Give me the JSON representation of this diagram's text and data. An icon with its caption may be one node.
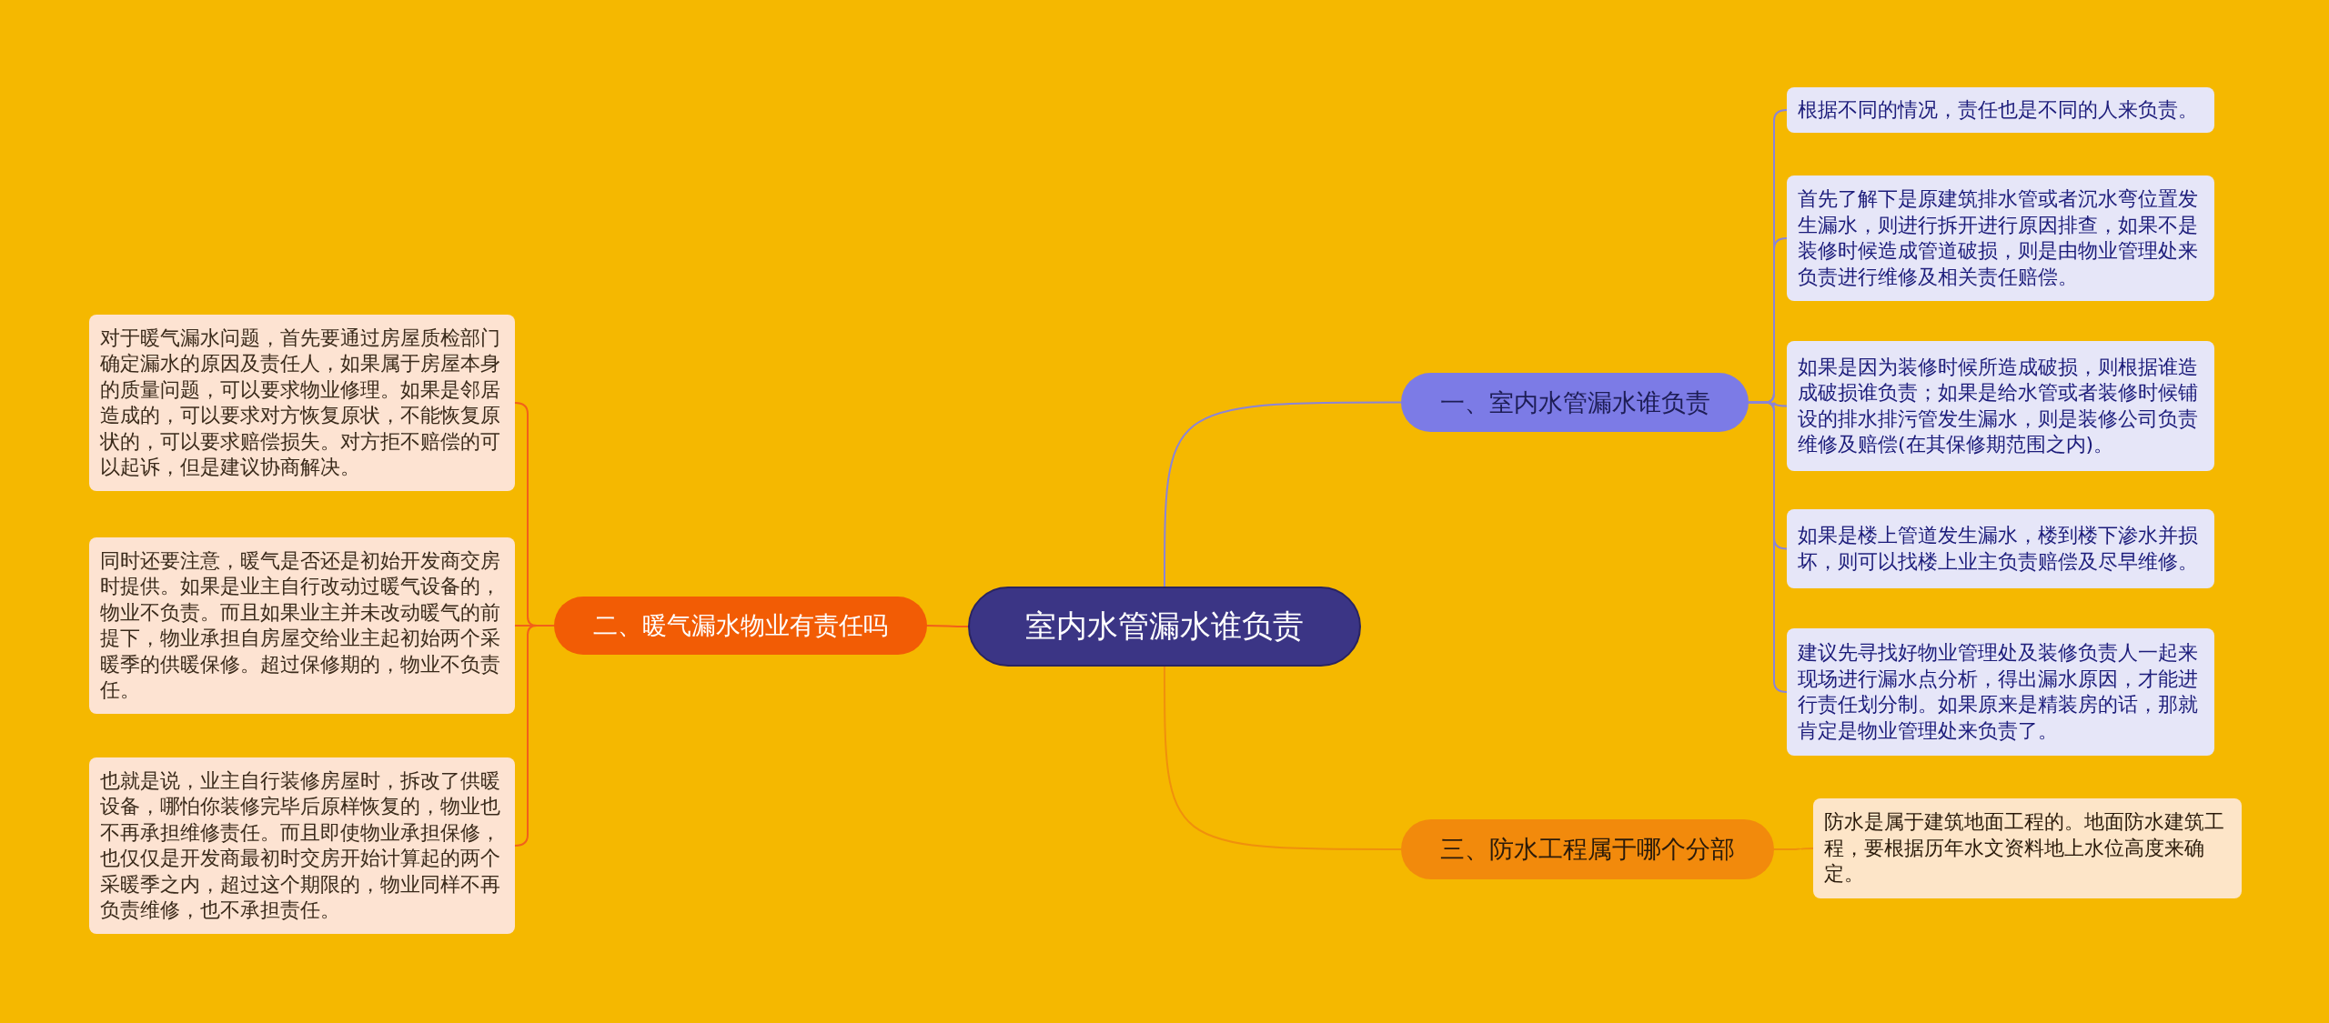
{
  "diagram": {
    "nodes": [
      {
        "text": [
          "室内水管漏水谁负责"
        ]
      },
      {
        "text": [
          "一、室内水管漏水谁负责"
        ]
      },
      {
        "text": [
          "根据不同的情况，责任也是不同的人来负责。"
        ]
      },
      {
        "text": [
          "首先了解下是原建筑排水管或者沉水弯位置发生漏水，则进行拆开进行原因排查，如果不是装修时候造成管道破损，则是由物业管理处来负责进行维修及相关责任赔偿。"
        ]
      },
      {
        "text": [
          "如果是因为装修时候所造成破损，则根据谁造成破损谁负责；如果是给水管或者装修时候铺设的排水排污管发生漏水，则是装修公司负责维修及赔偿(在其保修期范围之内)。"
        ]
      },
      {
        "text": [
          "如果是楼上管道发生漏水，楼到楼下渗水并损坏，则可以找楼上业主负责赔偿及尽早维修。"
        ]
      },
      {
        "text": [
          "建议先寻找好物业管理处及装修负责人一起来现场进行漏水点分析，得出漏水原因，才能进行责任划分制。如果原来是精装房的话，那就肯定是物业管理处来负责了。"
        ]
      },
      {
        "text": [
          "二、暖气漏水物业有责任吗"
        ]
      },
      {
        "text": [
          "对于暖气漏水问题，首先要通过房屋质检部门确定漏水的原因及责任人，如果属于房屋本身的质量问题，可以要求物业修理。如果是邻居造成的，可以要求对方恢复原状，不能恢复原状的，可以要求赔偿损失。对方拒不赔偿的可以起诉，但是建议协商解决。"
        ]
      },
      {
        "text": [
          "同时还要注意，暖气是否还是初始开发商交房时提供。如果是业主自行改动过暖气设备的，物业不负责。而且如果业主并未改动暖气的前提下，物业承担自房屋交给业主起初始两个采暖季的供暖保修。超过保修期的，物业不负责任。"
        ]
      },
      {
        "text": [
          "也就是说，业主自行装修房屋时，拆改了供暖设备，哪怕你装修完毕后原样恢复的，物业也不再承担维修责任。而且即使物业承担保修，也仅仅是开发商最初时交房开始计算起的两个采暖季之内，超过这个期限的，物业同样不再负责维修，也不承担责任。"
        ]
      },
      {
        "text": [
          "三、防水工程属于哪个分部"
        ]
      },
      {
        "text": [
          "防水是属于建筑地面工程的。地面防水建筑工程，要根据历年水文资料地上水位高度来确定。"
        ]
      }
    ],
    "edges": [
      {
        "from": 0,
        "to": 1,
        "arrow": "none",
        "color": "#8a84d8"
      },
      {
        "from": 1,
        "to": 2,
        "arrow": "none",
        "color": "#8a84d8"
      },
      {
        "from": 1,
        "to": 3,
        "arrow": "none",
        "color": "#8a84d8"
      },
      {
        "from": 1,
        "to": 4,
        "arrow": "none",
        "color": "#8a84d8"
      },
      {
        "from": 1,
        "to": 5,
        "arrow": "none",
        "color": "#8a84d8"
      },
      {
        "from": 1,
        "to": 6,
        "arrow": "none",
        "color": "#8a84d8"
      },
      {
        "from": 0,
        "to": 7,
        "arrow": "none",
        "color": "#f2601a"
      },
      {
        "from": 7,
        "to": 8,
        "arrow": "none",
        "color": "#f2601a"
      },
      {
        "from": 7,
        "to": 9,
        "arrow": "none",
        "color": "#f2601a"
      },
      {
        "from": 7,
        "to": 10,
        "arrow": "none",
        "color": "#f2601a"
      },
      {
        "from": 0,
        "to": 11,
        "arrow": "none",
        "color": "#f0900c"
      },
      {
        "from": 11,
        "to": 12,
        "arrow": "none",
        "color": "#f0900c"
      }
    ]
  }
}
